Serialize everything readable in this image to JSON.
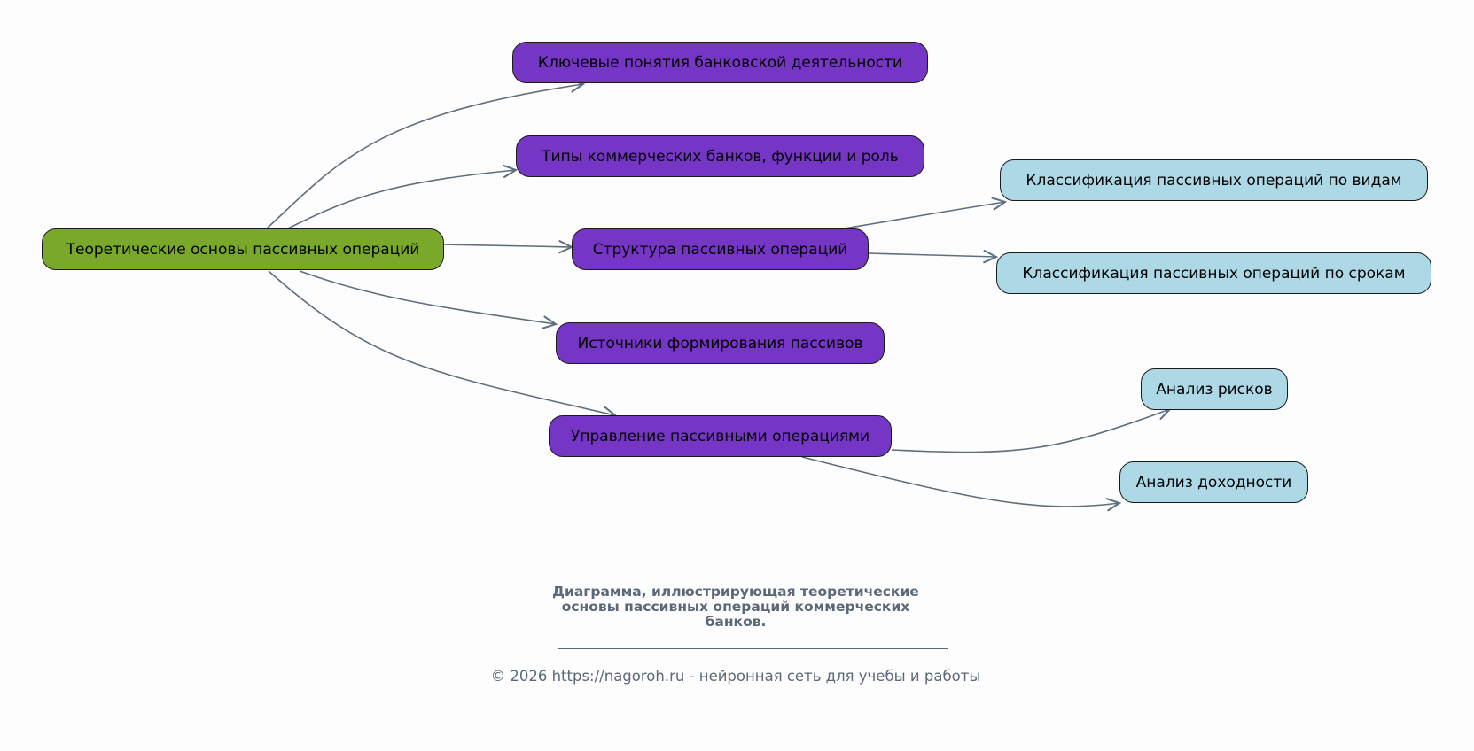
{
  "diagram": {
    "edge_color": "#5f6e7d",
    "nodes": {
      "root": {
        "label": "Теоретические основы пассивных операций",
        "color": "#79a82a"
      },
      "n1": {
        "label": "Ключевые понятия банковской деятельности",
        "color": "#7535c5"
      },
      "n2": {
        "label": "Типы коммерческих банков, функции и роль",
        "color": "#7535c5"
      },
      "n3": {
        "label": "Структура пассивных операций",
        "color": "#7535c5"
      },
      "n4": {
        "label": "Источники формирования пассивов",
        "color": "#7535c5"
      },
      "n5": {
        "label": "Управление пассивными операциями",
        "color": "#7535c5"
      },
      "l1": {
        "label": "Классификация пассивных операций по видам",
        "color": "#add8e6"
      },
      "l2": {
        "label": "Классификация пассивных операций по срокам",
        "color": "#add8e6"
      },
      "l3": {
        "label": "Анализ рисков",
        "color": "#add8e6"
      },
      "l4": {
        "label": "Анализ доходности",
        "color": "#add8e6"
      }
    },
    "edges": [
      {
        "from": "root",
        "to": "n1"
      },
      {
        "from": "root",
        "to": "n2"
      },
      {
        "from": "root",
        "to": "n3"
      },
      {
        "from": "root",
        "to": "n4"
      },
      {
        "from": "root",
        "to": "n5"
      },
      {
        "from": "n3",
        "to": "l1"
      },
      {
        "from": "n3",
        "to": "l2"
      },
      {
        "from": "n5",
        "to": "l3"
      },
      {
        "from": "n5",
        "to": "l4"
      }
    ]
  },
  "caption": {
    "line1": "Диаграмма, иллюстрирующая теоретические",
    "line2": "основы пассивных операций коммерческих",
    "line3": "банков."
  },
  "footer": {
    "text": "© 2026 https://nagoroh.ru - нейронная сеть для учебы и работы"
  }
}
